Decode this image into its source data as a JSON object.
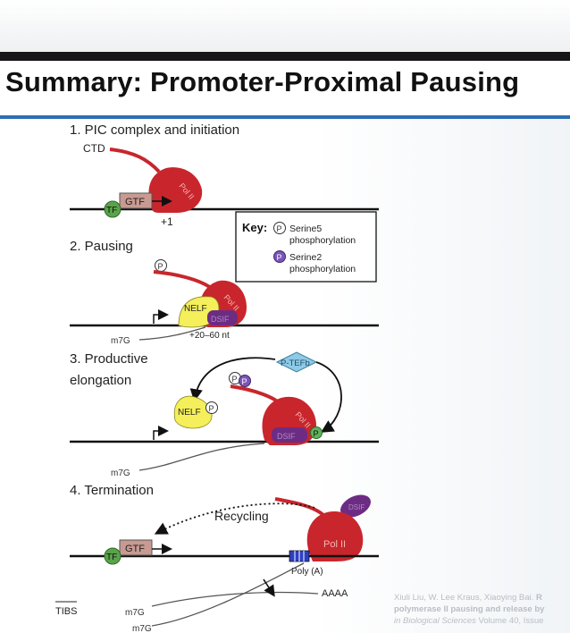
{
  "slide": {
    "title": "Summary: Promoter-Proximal Pausing",
    "colors": {
      "accent_bar": "#2f6db5",
      "dark_bar": "#16161a",
      "pol2": "#c8262c",
      "nelf": "#f4ef5a",
      "gtf": "#c89a92",
      "tf": "#5aa34a",
      "dsif": "#6d2c84",
      "ptefb": "#8ecae6"
    }
  },
  "diagram": {
    "step1": {
      "label": "1. PIC complex and initiation",
      "ctd": "CTD",
      "pol": "Pol II",
      "gtf": "GTF",
      "tf": "TF",
      "tss": "+1"
    },
    "key": {
      "title": "Key:",
      "ser5": "Serine5",
      "ser5b": "phosphorylation",
      "ser2": "Serine2",
      "ser2b": "phosphorylation",
      "p": "P"
    },
    "step2": {
      "label": "2. Pausing",
      "nelf": "NELF",
      "pol": "Pol II",
      "dsif": "DSIF",
      "cap": "m7G",
      "dist": "+20–60 nt"
    },
    "step3": {
      "label1": "3. Productive",
      "label2": "elongation",
      "ptefb": "P-TEFb",
      "nelf": "NELF",
      "pol": "Pol II",
      "dsif": "DSIF",
      "cap": "m7G"
    },
    "step4": {
      "label": "4. Termination",
      "recycling": "Recycling",
      "gtf": "GTF",
      "tf": "TF",
      "pol": "Pol II",
      "dsif": "DSIF",
      "polya": "Poly (A)",
      "aaaa": "AAAA",
      "cap1": "m7G",
      "cap2": "m7G"
    },
    "journal": "TIBS"
  },
  "citation": {
    "line1a": "Xiuli Liu,  W. Lee Kraus,  Xiaoying Bai. ",
    "line1b": "R",
    "line2": "polymerase II pausing and release by",
    "line3a": "in Biological Sciences",
    "line3b": " Volume 40, Issue"
  }
}
